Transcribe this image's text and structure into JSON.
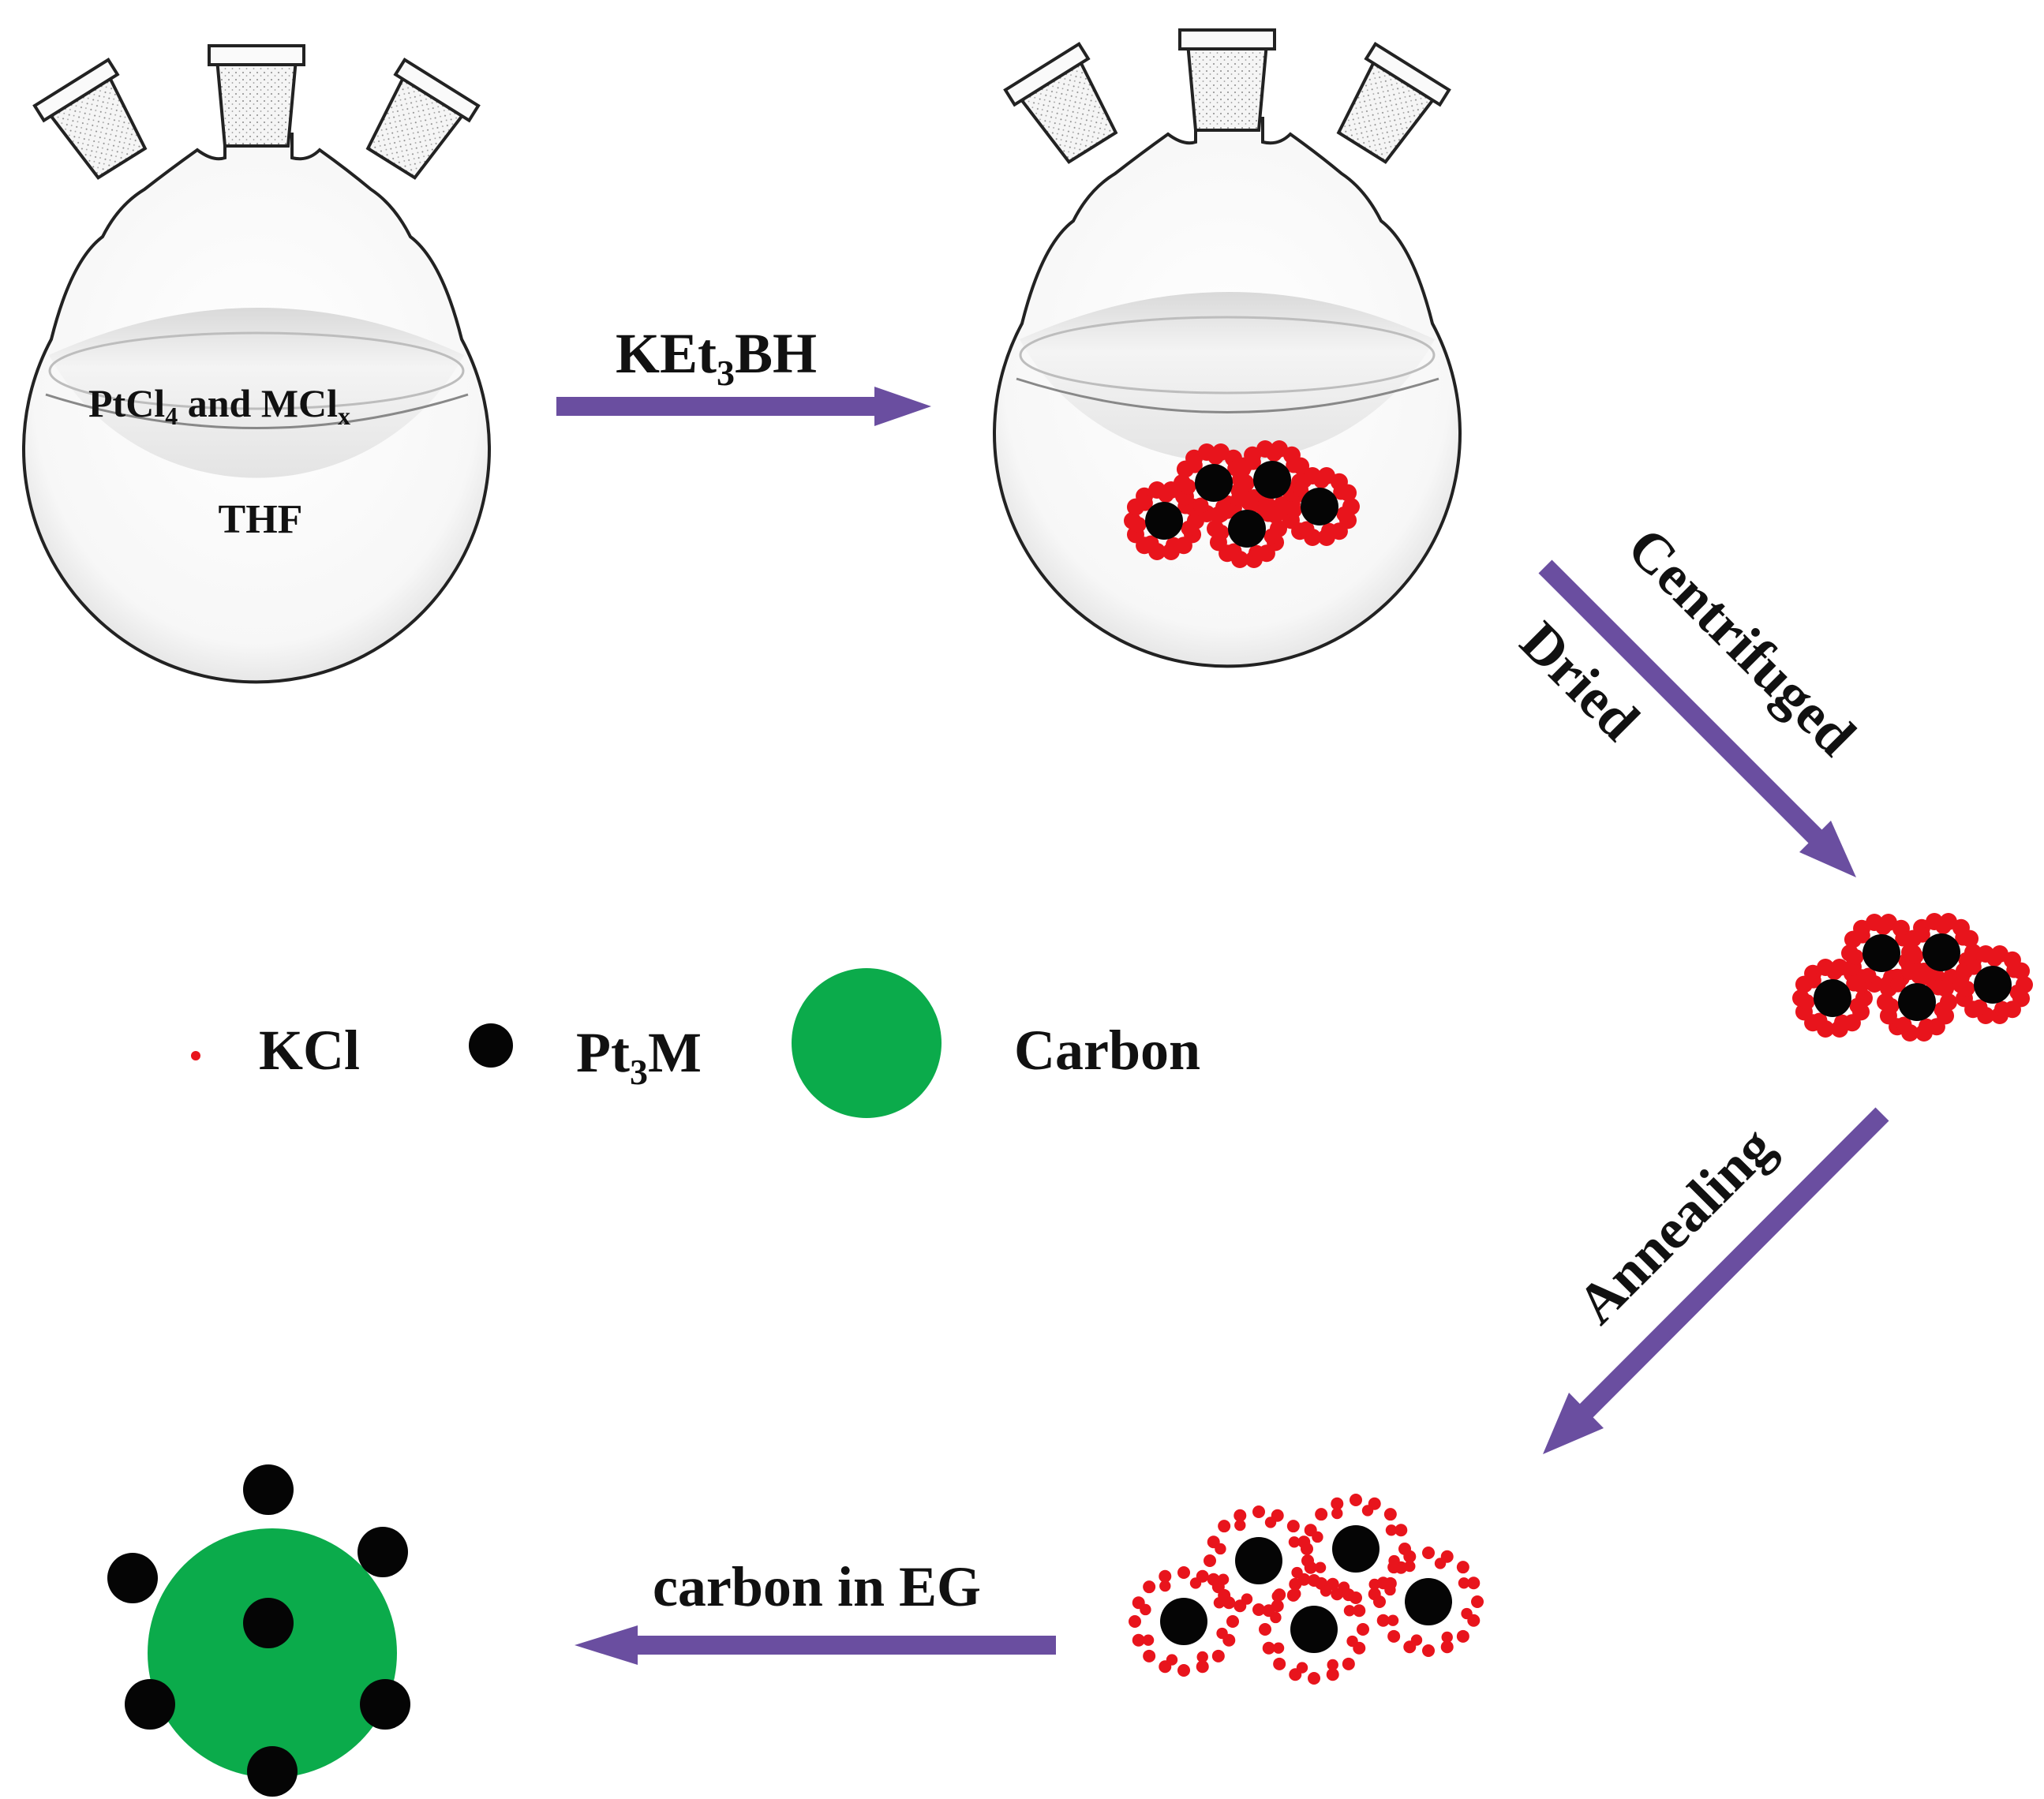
{
  "flask1": {
    "solute_main": "PtCl",
    "solute_sub": "4",
    "solute_and": " and  MCl",
    "solute_sub2": "x",
    "solvent": "THF"
  },
  "steps": {
    "step1": {
      "main": "KEt",
      "sub": "3",
      "tail": "BH"
    },
    "step2a": "Centrifuged",
    "step2b": "Dried",
    "step3": "Annealing",
    "step4": "carbon in EG"
  },
  "legend": {
    "kcl": "KCl",
    "pt3m_main": "Pt",
    "pt3m_sub": "3",
    "pt3m_tail": "M",
    "carbon": "Carbon"
  },
  "colors": {
    "arrow": "#6a4ea0",
    "kcl": "#e8141c",
    "pt3m": "#050505",
    "carbon": "#0bab4b",
    "stopper_fill": "#f1f1f1",
    "liquid": "#efefef"
  }
}
